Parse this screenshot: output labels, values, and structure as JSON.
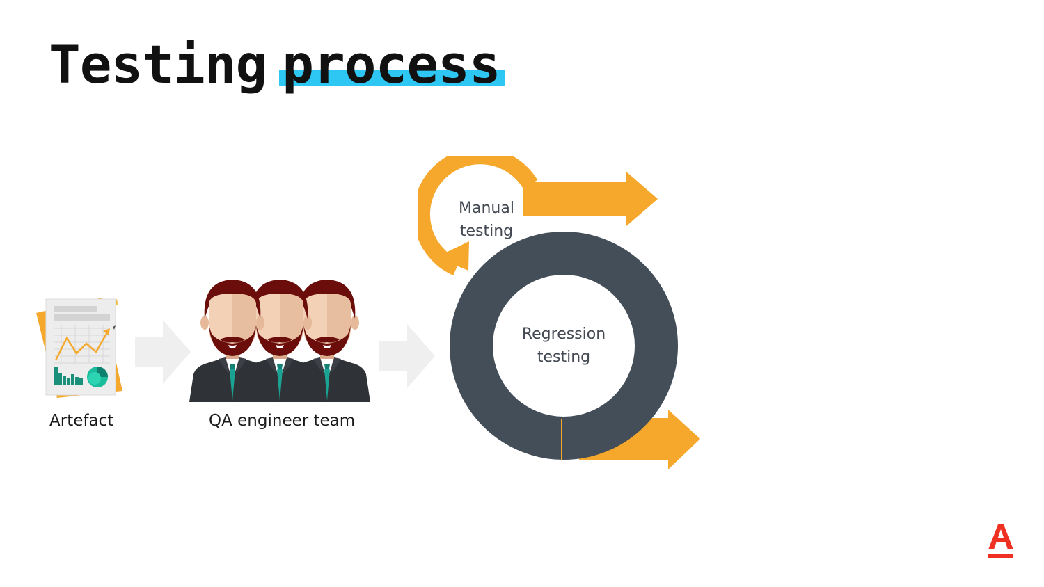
{
  "title": {
    "word1": "Testing",
    "word2": "process"
  },
  "colors": {
    "accent_highlight": "#2ec7f4",
    "orange": "#f5a82c",
    "dark_ring": "#434e59",
    "flow_arrow": "#efefef",
    "logo_red": "#ef3124",
    "teal": "#1aa394"
  },
  "steps": [
    {
      "label": "Artefact",
      "icon": "document-chart-icon"
    },
    {
      "label": "QA engineer team",
      "icon": "team-icon"
    }
  ],
  "cycle": {
    "manual_line1": "Manual",
    "manual_line2": "testing",
    "regression_line1": "Regression",
    "regression_line2": "testing"
  },
  "logo": {
    "icon": "brand-logo-icon"
  }
}
